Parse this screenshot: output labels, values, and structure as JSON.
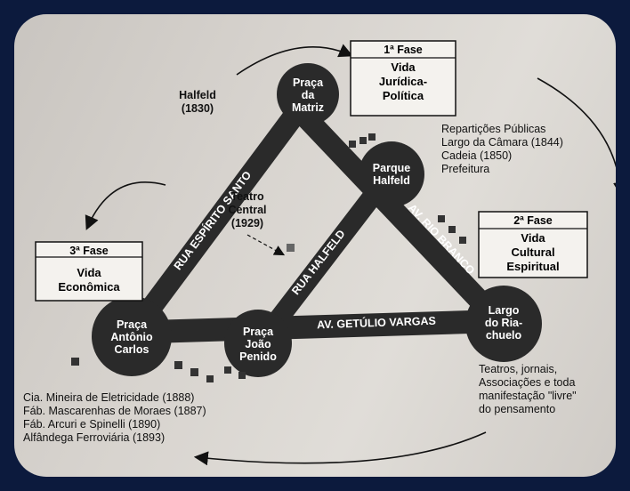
{
  "phases": [
    {
      "title": "1ª Fase",
      "lines": [
        "Vida",
        "Jurídica-",
        "Política"
      ]
    },
    {
      "title": "2ª Fase",
      "lines": [
        "Vida",
        "Cultural",
        "Espiritual"
      ]
    },
    {
      "title": "3ª Fase",
      "lines": [
        "Vida",
        "Econômica"
      ]
    }
  ],
  "nodes": {
    "praca_matriz": [
      "Praça",
      "da",
      "Matriz"
    ],
    "parque_halfeld": [
      "Parque",
      "Halfeld"
    ],
    "praca_antonio_carlos": [
      "Praça",
      "Antônio",
      "Carlos"
    ],
    "praca_joao_penido": [
      "Praça",
      "João",
      "Penido"
    ],
    "largo_riachuelo": [
      "Largo",
      "do Ria-",
      "chuelo"
    ]
  },
  "roads": {
    "espirito_santo": "RUA ESPÍRITO SANTO",
    "halfeld": "RUA HALFELD",
    "rio_branco": "AV. RIO BRANCO",
    "getulio": "AV. GETÚLIO VARGAS"
  },
  "labels": {
    "halfeld_year": [
      "Halfeld",
      "(1830)"
    ],
    "teatro": [
      "Teatro",
      "Central",
      "(1929)"
    ],
    "reparticoes": [
      "Repartições Públicas",
      "Largo da Câmara (1844)",
      "Cadeia (1850)",
      "Prefeitura"
    ],
    "teatros": [
      "Teatros, jornais,",
      "Associações e toda",
      "manifestação \"livre\"",
      "do pensamento"
    ],
    "industrias": [
      "Cia. Mineira de Eletricidade (1888)",
      "Fáb. Mascarenhas de Moraes (1887)",
      "Fáb. Arcuri e Spinelli (1890)",
      "Alfândega Ferroviária (1893)"
    ]
  }
}
